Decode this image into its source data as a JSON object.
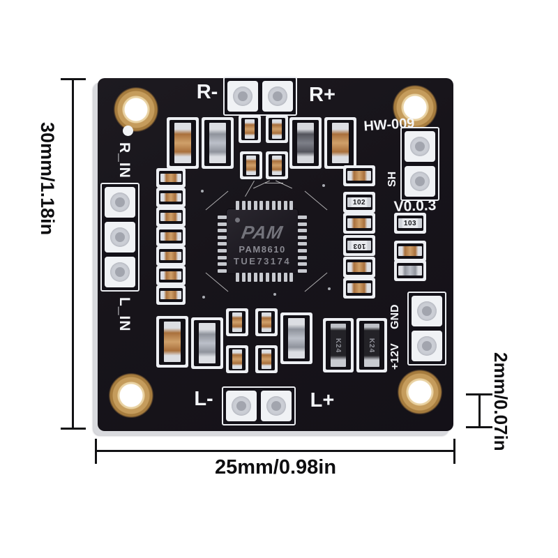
{
  "dimensions": {
    "height_label": "30mm/1.18in",
    "width_label": "25mm/0.98in",
    "thickness_label": "2mm/0.07in"
  },
  "board": {
    "model": "HW-009",
    "version": "V0.0.3",
    "labels": {
      "r_minus": "R-",
      "r_plus": "R+",
      "l_minus": "L-",
      "l_plus": "L+",
      "r_in": "R_IN",
      "l_in": "L_IN",
      "sh": "SH",
      "gnd": "GND",
      "power": "+12V"
    },
    "chip": {
      "logo": "PAM",
      "part": "PAM8610",
      "code": "TUE73174"
    },
    "smd": {
      "res102": "102",
      "res103": "103",
      "diode": "K24"
    }
  }
}
